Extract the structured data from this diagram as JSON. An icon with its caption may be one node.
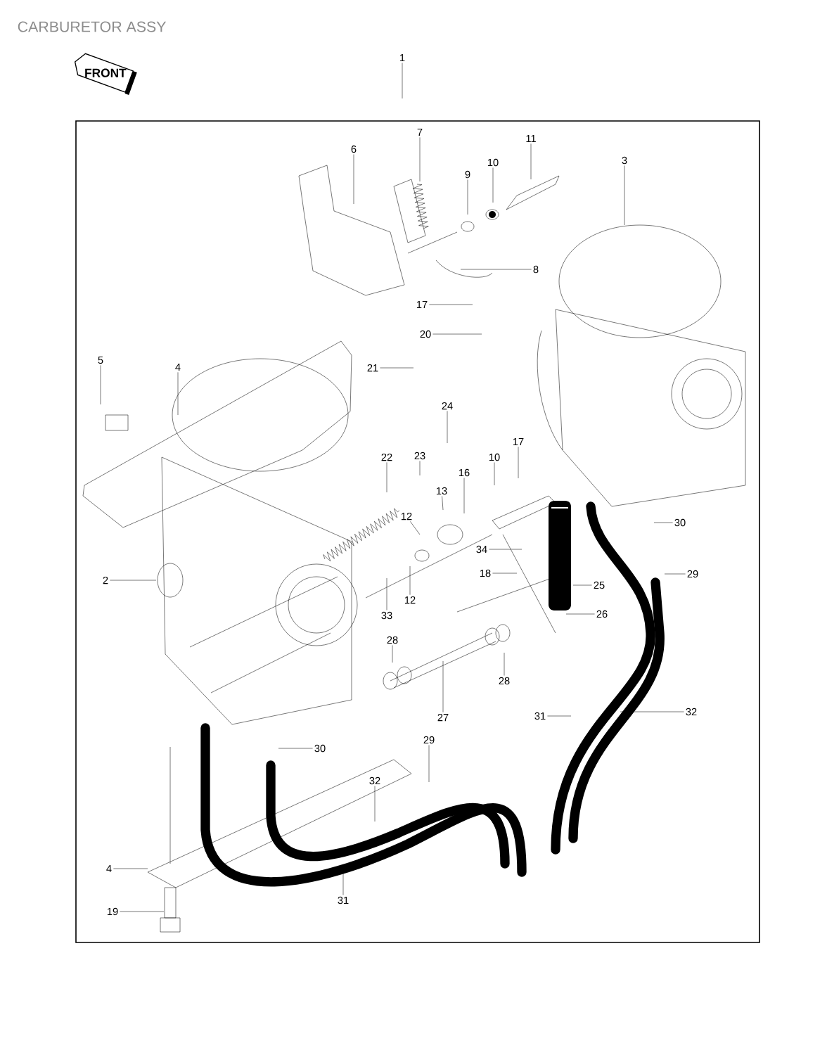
{
  "diagram": {
    "title": "CARBURETOR ASSY",
    "nodes": [
      {
        "text": [
          "1"
        ]
      },
      {
        "text": [
          "6"
        ]
      },
      {
        "text": [
          "7"
        ]
      },
      {
        "text": [
          "11"
        ]
      },
      {
        "text": [
          "10"
        ]
      },
      {
        "text": [
          "3"
        ]
      },
      {
        "text": [
          "9"
        ]
      },
      {
        "text": [
          "8"
        ]
      },
      {
        "text": [
          "17"
        ]
      },
      {
        "text": [
          "20"
        ]
      },
      {
        "text": [
          "5"
        ]
      },
      {
        "text": [
          "4"
        ]
      },
      {
        "text": [
          "21"
        ]
      },
      {
        "text": [
          "24"
        ]
      },
      {
        "text": [
          "23"
        ]
      },
      {
        "text": [
          "22"
        ]
      },
      {
        "text": [
          "17"
        ]
      },
      {
        "text": [
          "10"
        ]
      },
      {
        "text": [
          "16"
        ]
      },
      {
        "text": [
          "13"
        ]
      },
      {
        "text": [
          "12"
        ]
      },
      {
        "text": [
          "34"
        ]
      },
      {
        "text": [
          "30"
        ]
      },
      {
        "text": [
          "2"
        ]
      },
      {
        "text": [
          "18"
        ]
      },
      {
        "text": [
          "29"
        ]
      },
      {
        "text": [
          "25"
        ]
      },
      {
        "text": [
          "12"
        ]
      },
      {
        "text": [
          "26"
        ]
      },
      {
        "text": [
          "33"
        ]
      },
      {
        "text": [
          "28"
        ]
      },
      {
        "text": [
          "28"
        ]
      },
      {
        "text": [
          "31"
        ]
      },
      {
        "text": [
          "32"
        ]
      },
      {
        "text": [
          "27"
        ]
      },
      {
        "text": [
          "29"
        ]
      },
      {
        "text": [
          "30"
        ]
      },
      {
        "text": [
          "32"
        ]
      },
      {
        "text": [
          "4"
        ]
      },
      {
        "text": [
          "31"
        ]
      },
      {
        "text": [
          "19"
        ]
      }
    ],
    "edges": [
      {
        "from": 0,
        "to": null,
        "arrow": "none"
      },
      {
        "from": 1,
        "to": null,
        "arrow": "none"
      },
      {
        "from": 2,
        "to": null,
        "arrow": "none"
      },
      {
        "from": 3,
        "to": null,
        "arrow": "none"
      },
      {
        "from": 4,
        "to": null,
        "arrow": "none"
      },
      {
        "from": 5,
        "to": null,
        "arrow": "none"
      },
      {
        "from": 6,
        "to": null,
        "arrow": "none"
      },
      {
        "from": 7,
        "to": null,
        "arrow": "none"
      },
      {
        "from": 8,
        "to": null,
        "arrow": "none"
      },
      {
        "from": 9,
        "to": null,
        "arrow": "none"
      },
      {
        "from": 10,
        "to": null,
        "arrow": "none"
      },
      {
        "from": 11,
        "to": null,
        "arrow": "none"
      },
      {
        "from": 12,
        "to": null,
        "arrow": "none"
      },
      {
        "from": 13,
        "to": null,
        "arrow": "none"
      },
      {
        "from": 14,
        "to": null,
        "arrow": "none"
      },
      {
        "from": 15,
        "to": null,
        "arrow": "none"
      },
      {
        "from": 16,
        "to": null,
        "arrow": "none"
      },
      {
        "from": 17,
        "to": null,
        "arrow": "none"
      },
      {
        "from": 18,
        "to": null,
        "arrow": "none"
      },
      {
        "from": 19,
        "to": null,
        "arrow": "none"
      },
      {
        "from": 20,
        "to": null,
        "arrow": "none"
      },
      {
        "from": 21,
        "to": null,
        "arrow": "none"
      },
      {
        "from": 22,
        "to": null,
        "arrow": "none"
      },
      {
        "from": 23,
        "to": null,
        "arrow": "none"
      },
      {
        "from": 24,
        "to": null,
        "arrow": "none"
      },
      {
        "from": 25,
        "to": null,
        "arrow": "none"
      },
      {
        "from": 26,
        "to": null,
        "arrow": "none"
      },
      {
        "from": 27,
        "to": null,
        "arrow": "none"
      },
      {
        "from": 28,
        "to": null,
        "arrow": "none"
      },
      {
        "from": 29,
        "to": null,
        "arrow": "none"
      },
      {
        "from": 30,
        "to": null,
        "arrow": "none"
      },
      {
        "from": 31,
        "to": null,
        "arrow": "none"
      },
      {
        "from": 32,
        "to": null,
        "arrow": "none"
      },
      {
        "from": 33,
        "to": null,
        "arrow": "none"
      },
      {
        "from": 34,
        "to": null,
        "arrow": "none"
      },
      {
        "from": 35,
        "to": null,
        "arrow": "none"
      },
      {
        "from": 36,
        "to": null,
        "arrow": "none"
      },
      {
        "from": 37,
        "to": null,
        "arrow": "none"
      },
      {
        "from": 38,
        "to": null,
        "arrow": "none"
      },
      {
        "from": 39,
        "to": null,
        "arrow": "none"
      },
      {
        "from": 40,
        "to": null,
        "arrow": "none"
      }
    ],
    "labels": [
      "FRONT"
    ]
  }
}
